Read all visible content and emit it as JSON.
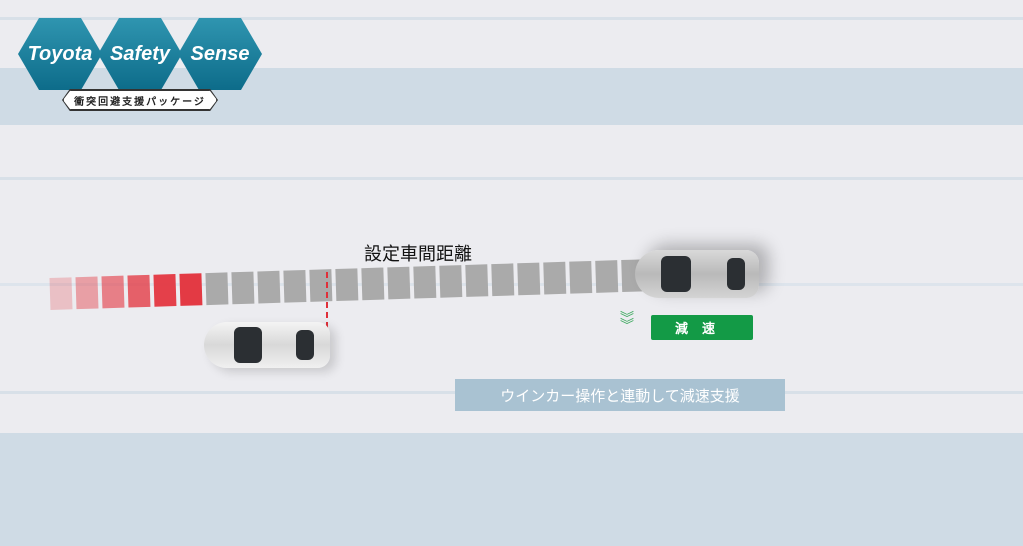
{
  "logo": {
    "words": [
      "Toyota",
      "Safety",
      "Sense"
    ],
    "subtitle": "衝突回避支援パッケージ"
  },
  "diagram": {
    "distance_label": "設定車間距離",
    "decel_label": "減速",
    "caption": "ウインカー操作と連動して減速支援",
    "colors": {
      "accent_green": "#139a46",
      "logo_blue": "#1a7f9c",
      "red_block": "#e33a44",
      "gray_block": "#aaaaaa"
    },
    "red_blocks": 6,
    "gray_blocks": 17
  }
}
